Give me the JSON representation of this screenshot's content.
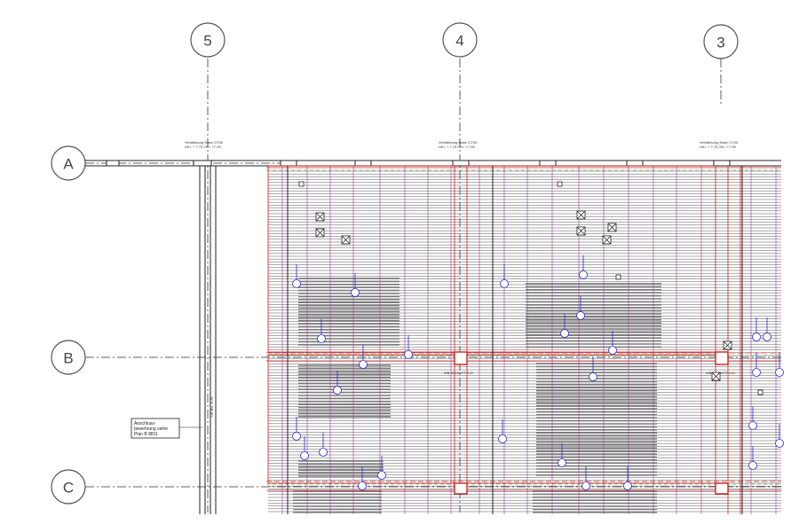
{
  "axes_columns": [
    {
      "label": "5"
    },
    {
      "label": "4"
    },
    {
      "label": "3"
    }
  ],
  "axes_rows": [
    {
      "label": "A"
    },
    {
      "label": "B"
    },
    {
      "label": "C"
    }
  ],
  "column_head_note_1": "Verstärkung Nase 17/30",
  "column_head_note_2": "UK= + 7,75  OK= +7,95",
  "note_box": {
    "line1": "Anschluss-",
    "line2": "bewehrung siehe",
    "line3": "Plan B 8811"
  },
  "vertical_wall_label": "UK Bw -6,79",
  "section_marks": [
    "WB SCHNITT D-D",
    "WB SCHNITT D-D"
  ],
  "colors": {
    "linework": "#222222",
    "rebar_blue": "#2a2ad8",
    "red_outline": "#d42020",
    "magenta_line": "#a03ca0",
    "green_line": "#2a9a2a",
    "hatch_grey": "#8a8a8a"
  }
}
